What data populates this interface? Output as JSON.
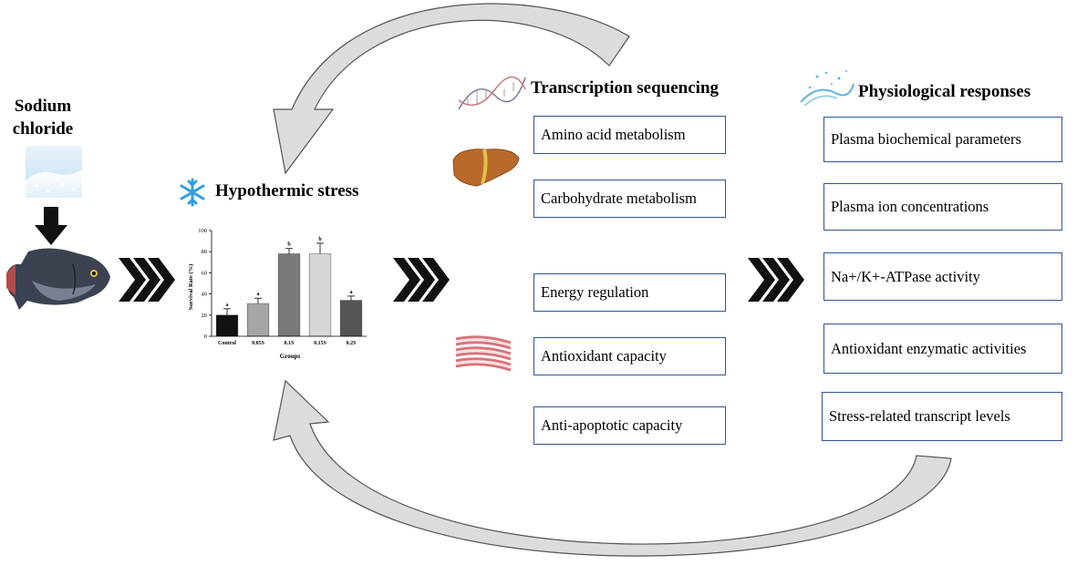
{
  "input": {
    "salt_label_line1": "Sodium",
    "salt_label_line2": "chloride"
  },
  "stress": {
    "title": "Hypothermic stress",
    "icon": "snowflake-icon"
  },
  "chart_data": {
    "type": "bar",
    "categories": [
      "Control",
      "0.05S",
      "0.1S",
      "0.15S",
      "0.2S"
    ],
    "values": [
      20,
      31,
      78,
      78,
      34
    ],
    "errors": [
      6,
      5,
      5,
      10,
      4
    ],
    "significance": [
      "a",
      "a",
      "b",
      "b",
      "a"
    ],
    "colors": [
      "#111111",
      "#a6a6a6",
      "#7a7a7a",
      "#d6d6d6",
      "#555555"
    ],
    "xlabel": "Groups",
    "ylabel": "Survival Rate (%)",
    "ylim": [
      0,
      100
    ],
    "yticks": [
      "0",
      "20",
      "40",
      "60",
      "80",
      "100"
    ]
  },
  "transcription": {
    "title": "Transcription sequencing",
    "items": [
      "Amino acid metabolism",
      "Carbohydrate metabolism",
      "Energy regulation",
      "Antioxidant capacity",
      "Anti-apoptotic capacity"
    ]
  },
  "physiological": {
    "title": "Physiological responses",
    "items": [
      "Plasma biochemical parameters",
      "Plasma ion concentrations",
      "Na+/K+-ATPase activity",
      "Antioxidant enzymatic activities",
      "Stress-related transcript levels"
    ]
  },
  "colors": {
    "box_border": "#2f5597",
    "arrow_fill": "#dcdcdc",
    "arrow_stroke": "#555555",
    "chevron": "#111111",
    "snowflake": "#2f9fe0",
    "liver": "#b86a2a",
    "muscle": "#d9737a"
  }
}
